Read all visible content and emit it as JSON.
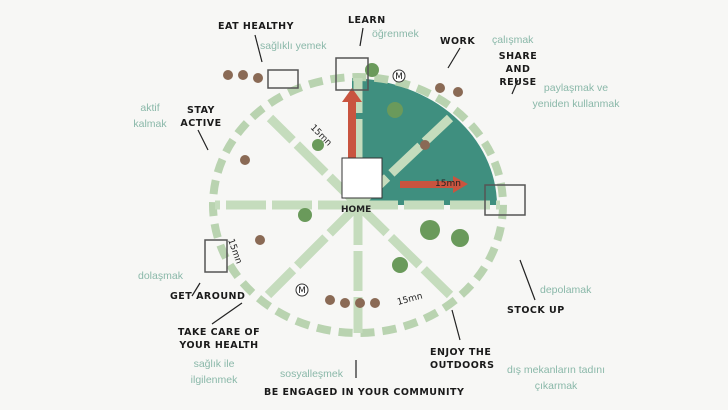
{
  "center_label": "HOME",
  "time_label": "15mn",
  "metro_icon": "M",
  "colors": {
    "teal_area": "#3f8f7f",
    "road": "#b9d3b0",
    "arrow": "#c9543f",
    "translation_text": "#8ab8a9"
  },
  "activities": [
    {
      "en": "EAT HEALTHY",
      "tr": "sağlıklı yemek"
    },
    {
      "en": "LEARN",
      "tr": "öğrenmek"
    },
    {
      "en": "WORK",
      "tr": "çalışmak"
    },
    {
      "en": "SHARE AND REUSE",
      "tr": "paylaşmak ve yeniden kullanmak"
    },
    {
      "en": "STAY ACTIVE",
      "tr": "aktif kalmak"
    },
    {
      "en": "GET AROUND",
      "tr": "dolaşmak"
    },
    {
      "en": "TAKE CARE OF YOUR HEALTH",
      "tr": "sağlık ile ilgilenmek"
    },
    {
      "en": "BE ENGAGED IN YOUR COMMUNITY",
      "tr": "sosyalleşmek"
    },
    {
      "en": "ENJOY THE OUTDOORS",
      "tr": "dış mekanların tadını çıkarmak"
    },
    {
      "en": "STOCK UP",
      "tr": "depolamak"
    }
  ]
}
